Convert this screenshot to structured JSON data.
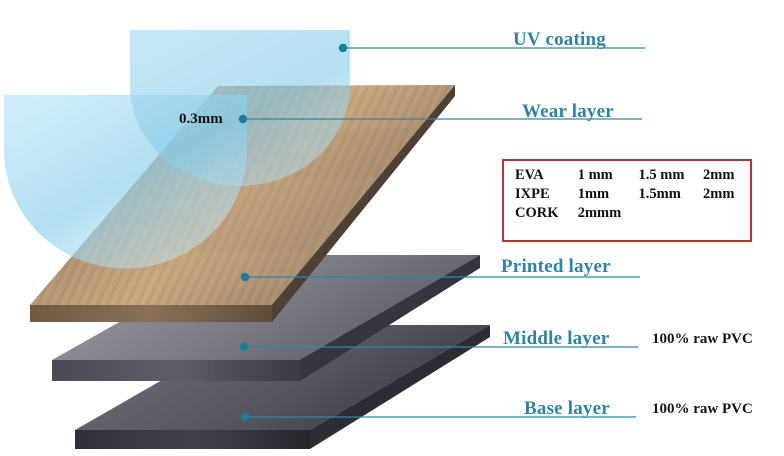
{
  "diagram": {
    "title_alt": "SPC / LVT vinyl plank layer structure diagram",
    "thickness_marker": {
      "label": "0.3mm",
      "dot_color": "#1c7d94"
    },
    "leader_color": "#2f86a6",
    "label_color": "#2f83a3",
    "callouts": [
      {
        "id": "uv",
        "label": "UV coating",
        "note": ""
      },
      {
        "id": "wear",
        "label": "Wear layer",
        "note": ""
      },
      {
        "id": "printed",
        "label": "Printed layer",
        "note": ""
      },
      {
        "id": "middle",
        "label": "Middle layer",
        "note": "100% raw PVC"
      },
      {
        "id": "base",
        "label": "Base layer",
        "note": "100% raw PVC"
      }
    ],
    "spec_box": {
      "border_color": "#a83b33",
      "rows": [
        {
          "material": "EVA",
          "v1": "1 mm",
          "v2": "1.5 mm",
          "v3": "2mm"
        },
        {
          "material": "IXPE",
          "v1": "1mm",
          "v2": "1.5mm",
          "v3": "2mm"
        },
        {
          "material": "CORK",
          "v1": "2mmm",
          "v2": "",
          "v3": ""
        }
      ]
    },
    "layers": [
      {
        "name": "wood-plank",
        "color": "#bda184"
      },
      {
        "name": "middle-slab",
        "color": "#7b7b83"
      },
      {
        "name": "base-slab",
        "color": "#55555d"
      }
    ],
    "glow_color": "#8fd0ec"
  }
}
